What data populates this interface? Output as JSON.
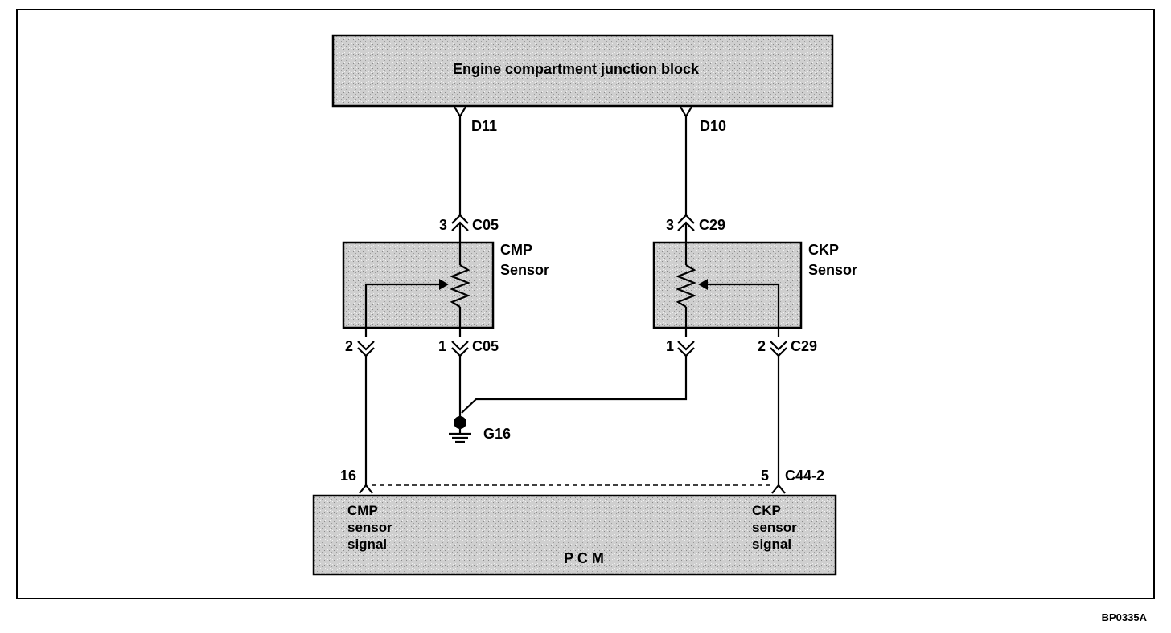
{
  "junction_block": {
    "label": "Engine compartment junction block"
  },
  "pins": {
    "d11": "D11",
    "d10": "D10"
  },
  "cmp": {
    "label_line1": "CMP",
    "label_line2": "Sensor",
    "top_pin": "3",
    "top_connector": "C05",
    "bottom_left_pin": "2",
    "bottom_right_pin": "1",
    "bottom_connector": "C05"
  },
  "ckp": {
    "label_line1": "CKP",
    "label_line2": "Sensor",
    "top_pin": "3",
    "top_connector": "C29",
    "bottom_left_pin": "1",
    "bottom_right_pin": "2",
    "bottom_connector": "C29"
  },
  "ground": {
    "label": "G16"
  },
  "pcm": {
    "label": "P C M",
    "left_pin": "16",
    "right_pin": "5",
    "connector": "C44-2",
    "cmp_signal_line1": "CMP",
    "cmp_signal_line2": "sensor",
    "cmp_signal_line3": "signal",
    "ckp_signal_line1": "CKP",
    "ckp_signal_line2": "sensor",
    "ckp_signal_line3": "signal"
  },
  "figure_code": "BP0335A",
  "colors": {
    "box_fill": "#d0d0d0",
    "line": "#000000",
    "background": "#ffffff"
  }
}
